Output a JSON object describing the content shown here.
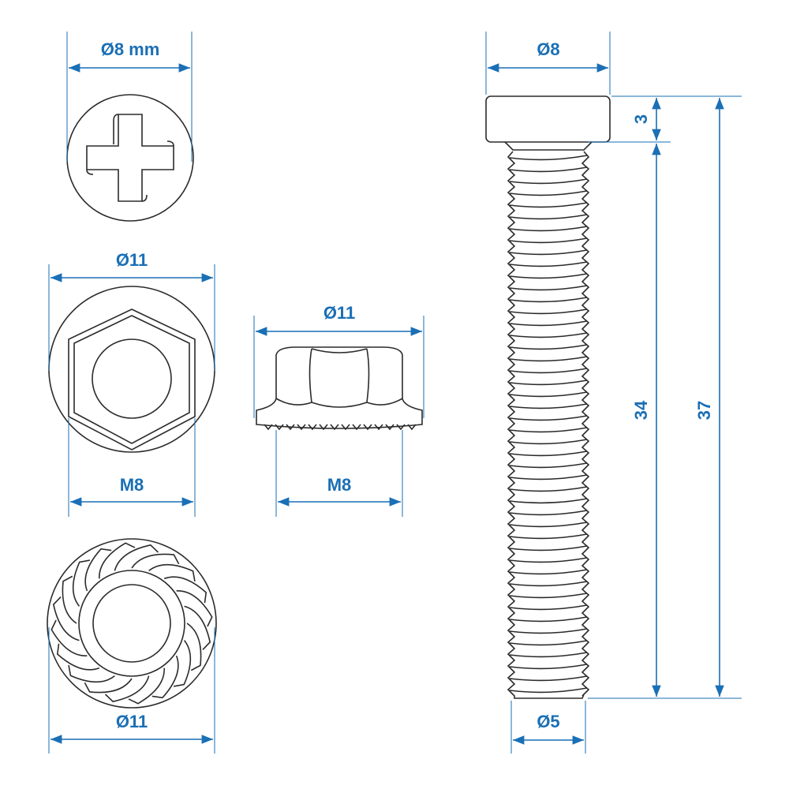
{
  "colors": {
    "dimension": "#1a6fb5",
    "outline": "#2b2b2b"
  },
  "views": {
    "screw_head_top": {
      "diameter_label": "Ø8 mm",
      "drive": "phillips-cross"
    },
    "nut_top": {
      "flange_label": "Ø11",
      "thread_label": "M8"
    },
    "nut_side": {
      "flange_label": "Ø11",
      "thread_label": "M8"
    },
    "nut_bottom": {
      "flange_label": "Ø11"
    },
    "bolt_side": {
      "head_diameter_label": "Ø8",
      "head_height_label": "3",
      "thread_length_label": "34",
      "total_length_label": "37",
      "shank_diameter_label": "Ø5"
    }
  }
}
